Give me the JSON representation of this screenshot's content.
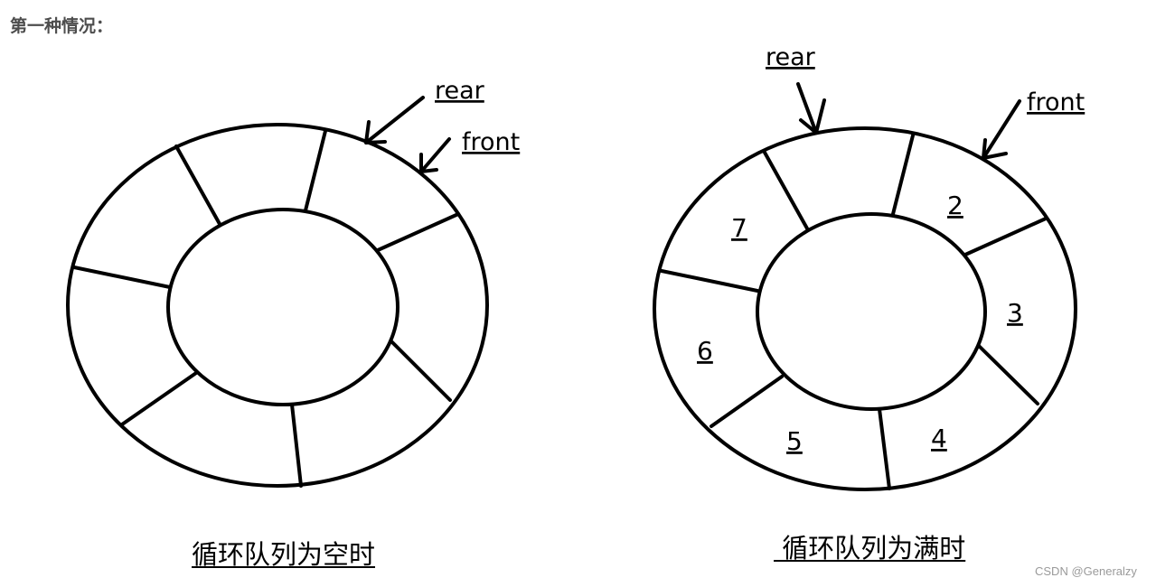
{
  "header": {
    "title": "第一种情况："
  },
  "diagrams": [
    {
      "id": "empty",
      "caption": "循环队列为空时",
      "pointers": {
        "rear": "rear",
        "front": "front"
      },
      "slots": [
        "",
        "",
        "",
        "",
        "",
        "",
        ""
      ],
      "slot_count": 7
    },
    {
      "id": "full",
      "caption": " 循环队列为满时",
      "pointers": {
        "rear": "rear",
        "front": "front"
      },
      "slots": {
        "s2": "2",
        "s3": "3",
        "s4": "4",
        "s5": "5",
        "s6": "6",
        "s7": "7"
      },
      "slot_count": 7
    }
  ],
  "watermark": "CSDN @Generalzy",
  "colors": {
    "stroke": "#000000",
    "header_text": "#4d4d4d",
    "watermark_text": "#9a9a9a",
    "background": "#ffffff"
  }
}
